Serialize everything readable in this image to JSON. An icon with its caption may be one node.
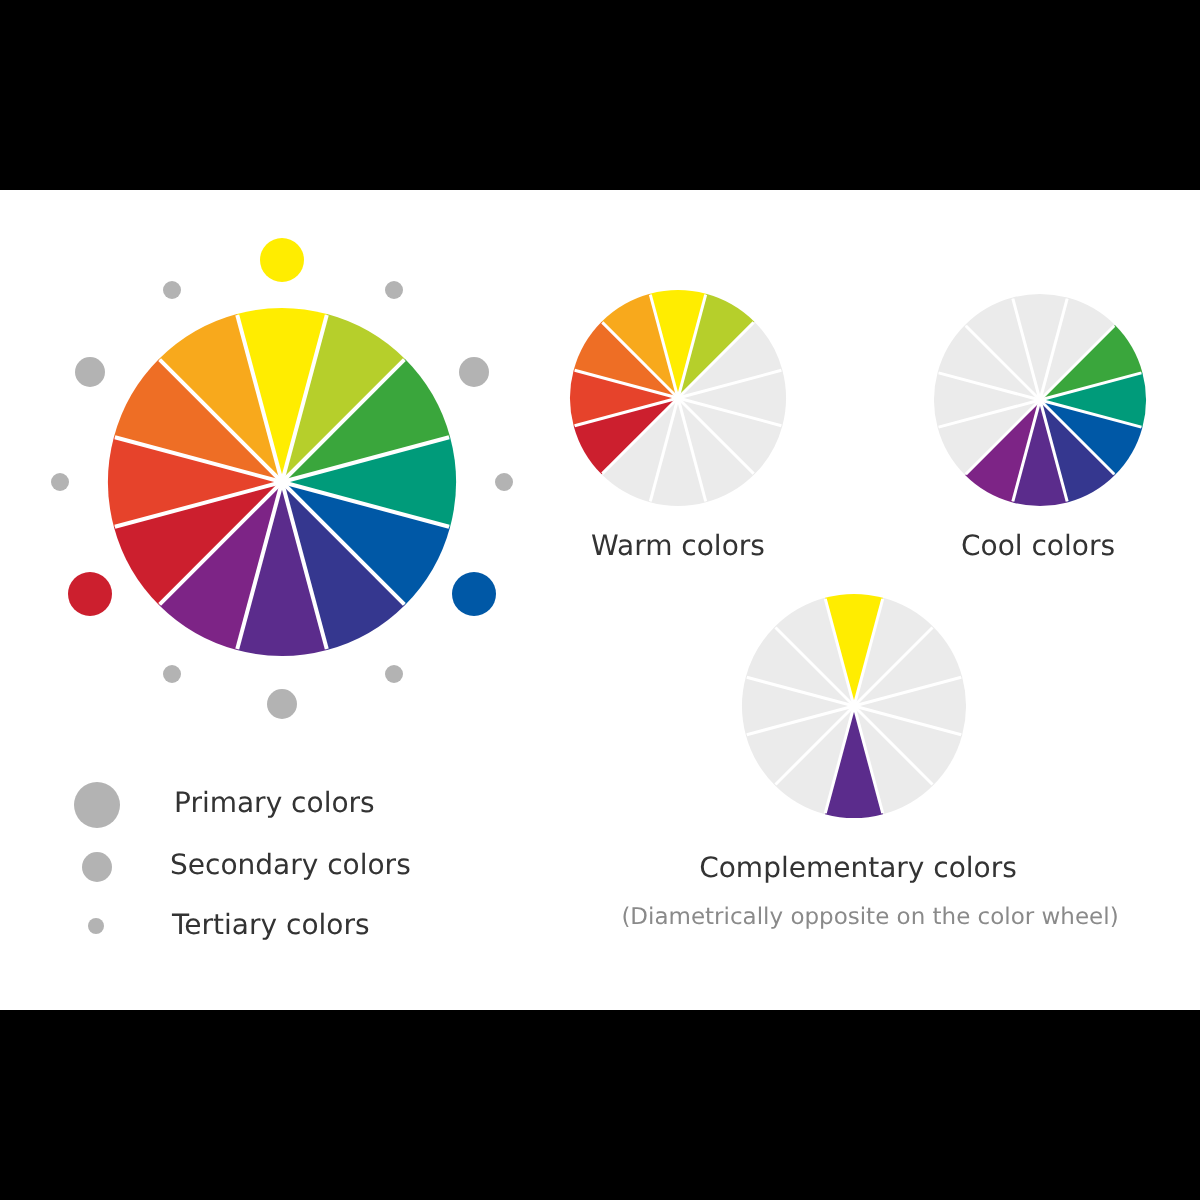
{
  "diagram": {
    "labels": [
      "Warm colors",
      "Cool colors",
      "Complementary colors",
      "(Diametrically opposite on the color wheel)"
    ],
    "legend": [
      {
        "text": "Primary colors"
      },
      {
        "text": "Secondary colors"
      },
      {
        "text": "Tertiary colors"
      }
    ]
  }
}
